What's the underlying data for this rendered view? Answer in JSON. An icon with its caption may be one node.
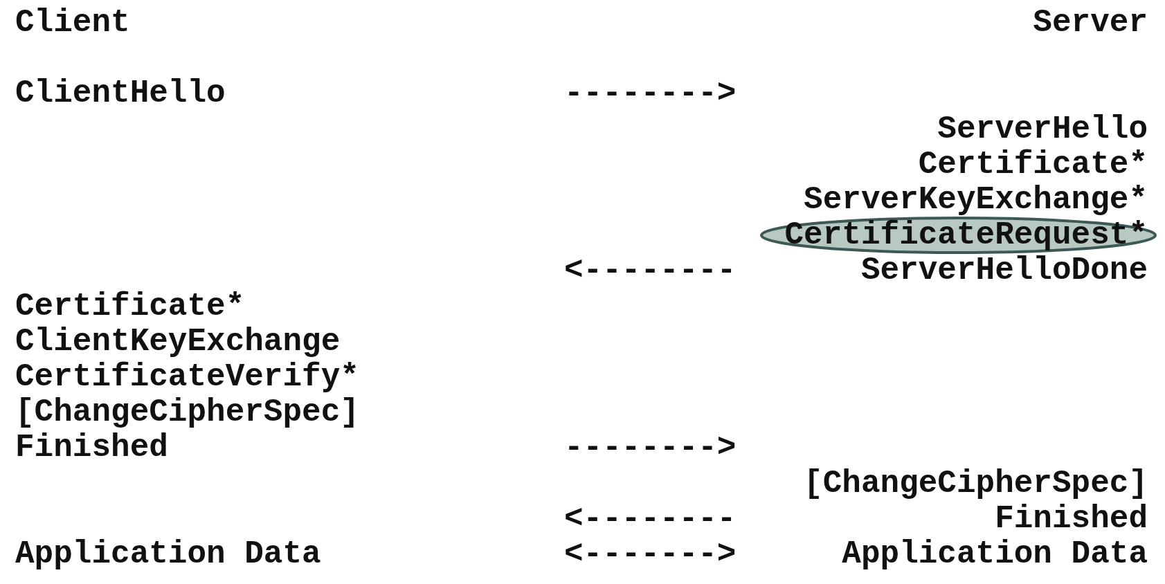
{
  "diagram": {
    "nodes": [
      {
        "text": [
          "CertificateRequest*"
        ]
      }
    ],
    "labels": [
      "Client",
      "Server",
      "ClientHello",
      "-------->",
      "ServerHello",
      "Certificate*",
      "ServerKeyExchange*",
      "<--------",
      "ServerHelloDone",
      "Certificate*",
      "ClientKeyExchange",
      "CertificateVerify*",
      "[ChangeCipherSpec]",
      "Finished",
      "-------->",
      "[ChangeCipherSpec]",
      "<--------",
      "Finished",
      "Application Data",
      "<------->",
      "Application Data"
    ]
  }
}
